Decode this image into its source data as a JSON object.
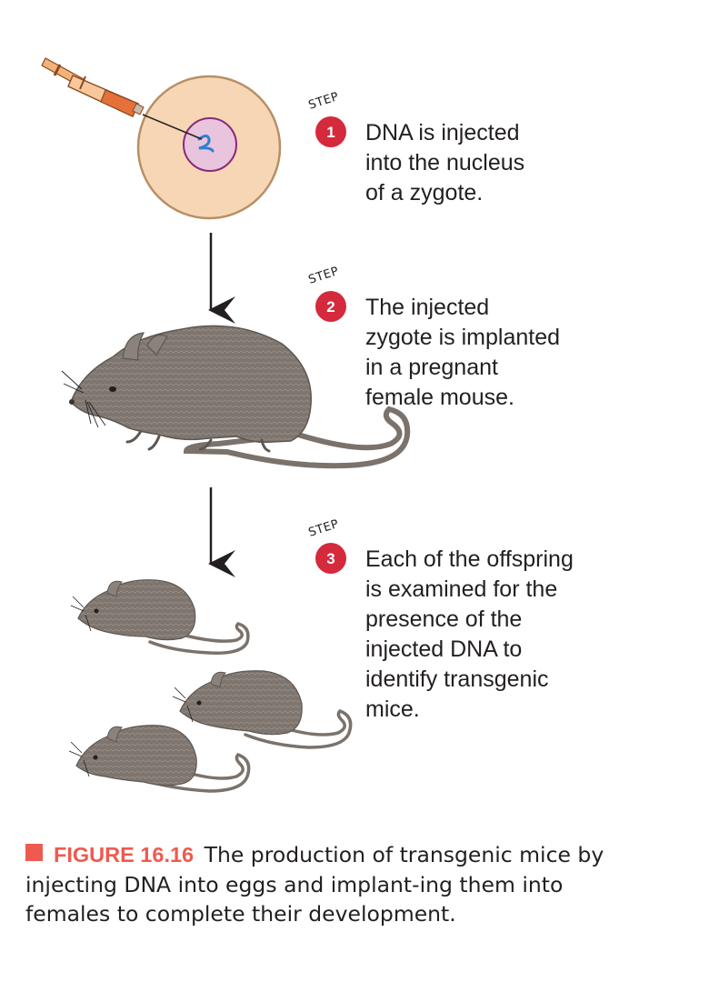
{
  "colors": {
    "accent": "#ef5a4e",
    "step_badge": "#d42a3c",
    "cell": "#f7d6b5",
    "nucleus": "#e8c4dd",
    "mouse": "#7a726b"
  },
  "steps": [
    {
      "word": "STEP",
      "number": "1",
      "text": "DNA is injected\ninto the nucleus\nof a zygote."
    },
    {
      "word": "STEP",
      "number": "2",
      "text": "The injected\nzygote is implanted\nin a pregnant\nfemale mouse."
    },
    {
      "word": "STEP",
      "number": "3",
      "text": "Each of the offspring\nis examined for the\npresence of the\ninjected DNA to\nidentify transgenic\nmice."
    }
  ],
  "caption": {
    "label": "FIGURE 16.16",
    "text": "The production of transgenic mice by injecting DNA into eggs and implant-ing them into females to complete their development."
  },
  "icons": [
    "syringe-icon",
    "zygote-cell-icon",
    "dna-strand-icon",
    "arrow-down-icon",
    "mouse-icon"
  ]
}
